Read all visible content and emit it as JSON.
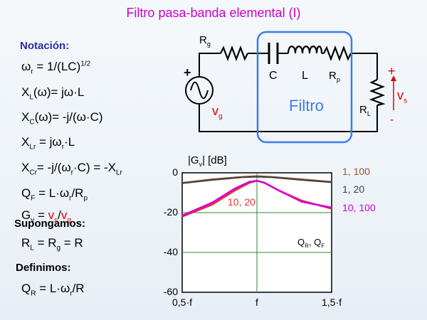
{
  "title": "Filtro pasa-banda elemental (I)",
  "notation_heading": "Notación:",
  "suppose_heading": "Supongamos:",
  "define_heading": "Definimos:",
  "circuit": {
    "rg": "R",
    "rg_sub": "g",
    "c": "C",
    "l": "L",
    "rp": "R",
    "rp_sub": "p",
    "rl": "R",
    "rl_sub": "L",
    "vg": "v",
    "vg_sub": "g",
    "vs": "v",
    "vs_sub": "s",
    "plus": "+",
    "minus": "-",
    "filter_label": "Filtro"
  },
  "chart_data": {
    "type": "line",
    "ylabel": "|Gᵥ| [dB]",
    "x_ticks": [
      "0,5·f",
      "f",
      "1,5·f"
    ],
    "y_ticks": [
      "0",
      "-20",
      "-40",
      "-60"
    ],
    "ylim": [
      -60,
      0
    ],
    "annotation": "Qᵣ, Qᶠ",
    "series": [
      {
        "name": "1, 100",
        "color": "#a0522d",
        "points": [
          [
            0.5,
            -5.0
          ],
          [
            0.7,
            -3.2
          ],
          [
            0.9,
            -2.0
          ],
          [
            1.0,
            -1.6
          ],
          [
            1.1,
            -2.0
          ],
          [
            1.3,
            -3.2
          ],
          [
            1.5,
            -4.5
          ]
        ]
      },
      {
        "name": "1, 20",
        "color": "#404040",
        "points": [
          [
            0.5,
            -5.3
          ],
          [
            0.7,
            -3.6
          ],
          [
            0.9,
            -2.3
          ],
          [
            1.0,
            -2.0
          ],
          [
            1.1,
            -2.3
          ],
          [
            1.3,
            -3.6
          ],
          [
            1.5,
            -4.8
          ]
        ]
      },
      {
        "name": "10, 20",
        "color": "#e83030",
        "points": [
          [
            0.5,
            -22
          ],
          [
            0.7,
            -16
          ],
          [
            0.85,
            -9
          ],
          [
            0.95,
            -5
          ],
          [
            1.0,
            -4
          ],
          [
            1.05,
            -5
          ],
          [
            1.15,
            -9
          ],
          [
            1.3,
            -14
          ],
          [
            1.5,
            -18
          ]
        ]
      },
      {
        "name": "10, 100",
        "color": "#d400d4",
        "points": [
          [
            0.5,
            -21.5
          ],
          [
            0.7,
            -15
          ],
          [
            0.85,
            -8
          ],
          [
            0.95,
            -4.5
          ],
          [
            1.0,
            -4
          ],
          [
            1.05,
            -5
          ],
          [
            1.15,
            -9
          ],
          [
            1.3,
            -14.5
          ],
          [
            1.5,
            -17.5
          ]
        ]
      }
    ]
  }
}
